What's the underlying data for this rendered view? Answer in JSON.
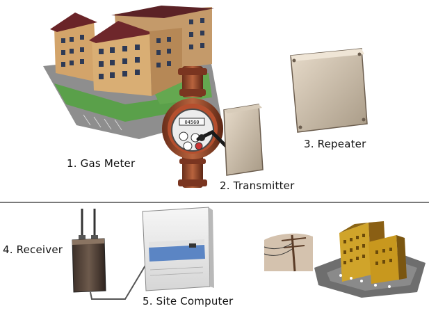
{
  "labels": {
    "gas_meter": "1. Gas Meter",
    "transmitter": "2. Transmitter",
    "repeater": "3. Repeater",
    "receiver": "4. Receiver",
    "site_computer": "5. Site Computer"
  },
  "meter_display": "04560"
}
